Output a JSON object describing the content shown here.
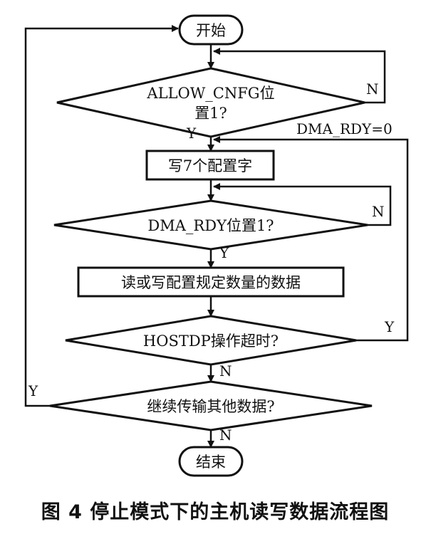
{
  "flowchart": {
    "start": "开始",
    "decision_allow": [
      "ALLOW_CNFG位",
      "置1?"
    ],
    "write_config": "写7个配置字",
    "decision_dma": "DMA_RDY位置1?",
    "rw_data": "读或写配置规定数量的数据",
    "decision_timeout": "HOSTDP操作超时?",
    "decision_continue": "继续传输其他数据?",
    "end": "结束"
  },
  "labels": {
    "allow_no": "N",
    "allow_yes": "Y",
    "dma_rdy_zero": "DMA_RDY=0",
    "dma_no": "N",
    "dma_yes": "Y",
    "timeout_yes": "Y",
    "timeout_no": "N",
    "continue_yes": "Y",
    "continue_no": "N"
  },
  "caption": "图 4  停止模式下的主机读写数据流程图"
}
